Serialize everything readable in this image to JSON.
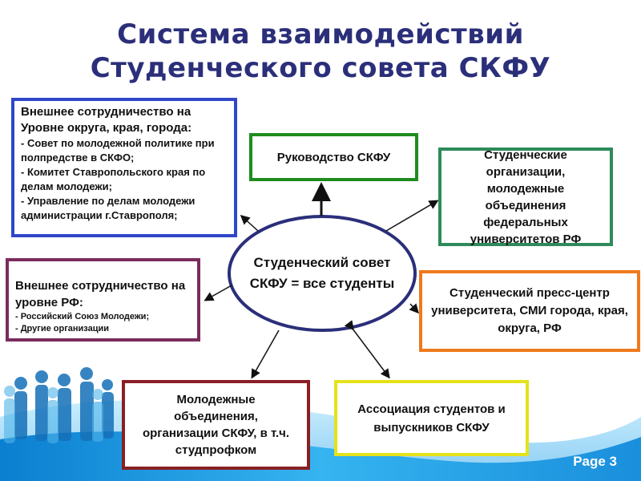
{
  "title": {
    "line1": "Система взаимодействий",
    "line2": "Студенческого совета СКФУ"
  },
  "center": {
    "line1": "Студенческий совет",
    "line2": "СКФУ = все студенты"
  },
  "external_region": {
    "heading": "Внешнее сотрудничество на Уровне округа, края, города:",
    "items": [
      "- Совет по молодежной политике при полпредстве в СКФО;",
      "- Комитет Ставропольского края по делам молодежи;",
      "- Управление по делам молодежи администрации г.Ставрополя;"
    ]
  },
  "leadership": {
    "label": "Руководство СКФУ"
  },
  "student_orgs": {
    "label": "Студенческие организации, молодежные объединения федеральных университетов РФ"
  },
  "external_rf": {
    "heading": "Внешнее сотрудничество на уровне РФ:",
    "items": [
      "- Российский Союз Молодежи;",
      "- Другие организации"
    ]
  },
  "press": {
    "label": "Студенческий пресс-центр университета, СМИ города, края, округа, РФ"
  },
  "youth": {
    "label": "Молодежные объединения, организации СКФУ, в т.ч. студпрофком"
  },
  "association": {
    "label": "Ассоциация студентов и выпускников СКФУ"
  },
  "footer": {
    "page": "Page 3"
  },
  "colors": {
    "title": "#2b2f7a",
    "ellipse": "#2b2f7a",
    "external_region_border": "#2f47c8",
    "leadership_border": "#1e8c1e",
    "student_orgs_border": "#2e8a5b",
    "external_rf_border": "#7a2c5c",
    "press_border": "#ee7a1e",
    "youth_border": "#8a1f24",
    "association_border": "#e4e21a",
    "footer_wave": "#1e9be0"
  }
}
